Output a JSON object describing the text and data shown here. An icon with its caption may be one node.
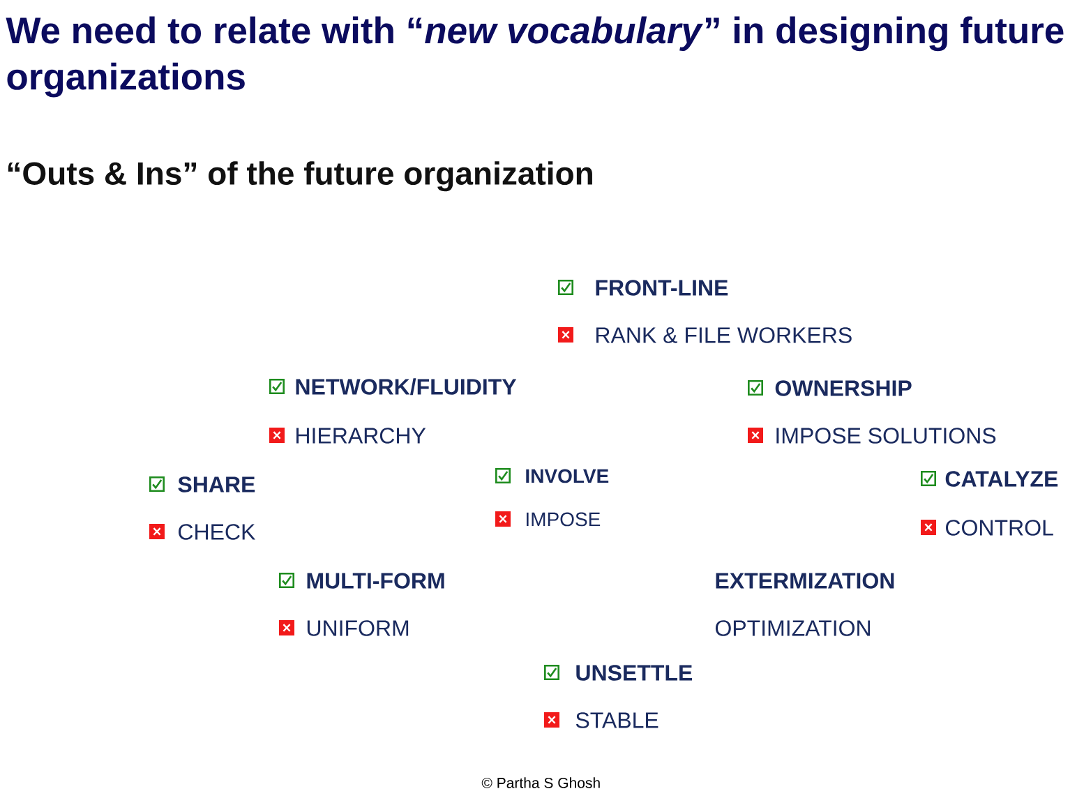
{
  "diagram": {
    "title": "We need to relate with “*new vocabulary*” in designing future organizations",
    "labels": [
      "“Outs & Ins” of the future organization",
      "FRONT-LINE",
      "RANK & FILE WORKERS",
      "NETWORK/FLUIDITY",
      "HIERARCHY",
      "OWNERSHIP",
      "IMPOSE SOLUTIONS",
      "SHARE",
      "CHECK",
      "INVOLVE",
      "IMPOSE",
      "CATALYZE",
      "CONTROL",
      "MULTI-FORM",
      "UNIFORM",
      "EXTERMIZATION",
      "OPTIMIZATION",
      "UNSETTLE",
      "STABLE",
      "© Partha S Ghosh"
    ]
  }
}
